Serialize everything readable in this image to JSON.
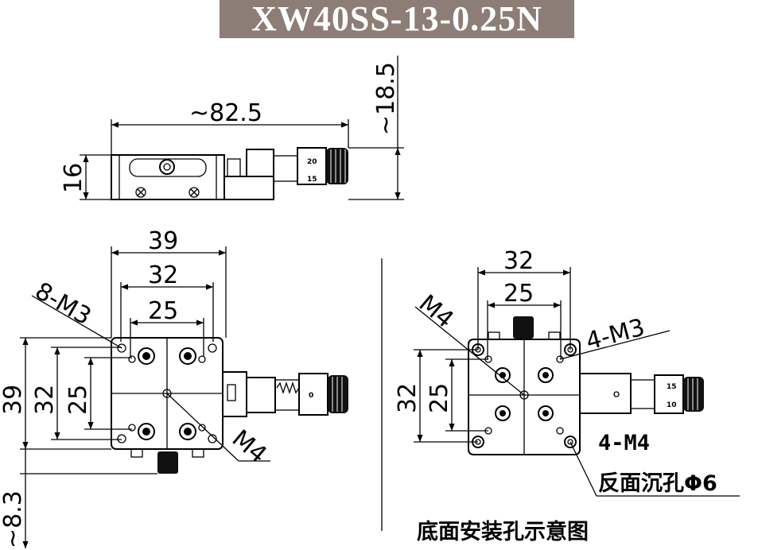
{
  "title": "XW40SS-13-0.25N",
  "top_view": {
    "length_label": "~82.5",
    "height_label": "16",
    "total_height_label": "~18.5",
    "scale_labels": [
      "20",
      "15"
    ]
  },
  "front_view": {
    "width_outer": "39",
    "width_mid": "32",
    "width_inner": "25",
    "height_outer": "39",
    "height_mid": "32",
    "height_inner": "25",
    "offset_label": "~8.3",
    "hole_note_m3": "8-M3",
    "hole_note_m4": "M4",
    "scale_label": "0"
  },
  "bottom_view": {
    "width_mid": "32",
    "width_inner": "25",
    "height_mid": "32",
    "height_inner": "25",
    "hole_note_m4": "M4",
    "hole_note_m3": "4-M3",
    "bottom_note_1": "4-M4",
    "bottom_note_2": "反面沉孔Φ6",
    "caption": "底面安装孔示意图",
    "scale_labels": [
      "15",
      "10"
    ]
  }
}
